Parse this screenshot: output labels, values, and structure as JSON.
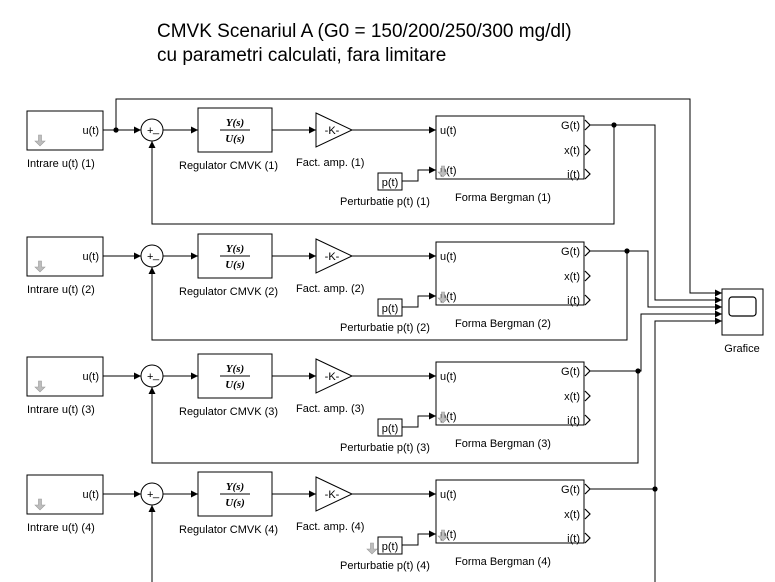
{
  "title": {
    "line1": "CMVK Scenariul A (G0 = 150/200/250/300 mg/dl)",
    "line2": "cu parametri calculati, fara limitare"
  },
  "common": {
    "input_port": "u(t)",
    "sum_plus": "+",
    "sum_minus": "_",
    "tf_num": "Y(s)",
    "tf_den": "U(s)",
    "gain": "-K-",
    "bergman_in_u": "u(t)",
    "bergman_in_p": "p(t)",
    "bergman_out_g": "G(t)",
    "bergman_out_x": "x(t)",
    "bergman_out_i": "i(t)",
    "pert_port": "p(t)"
  },
  "rows": [
    {
      "input_label": "Intrare u(t) (1)",
      "regulator_label": "Regulator CMVK (1)",
      "gain_label": "Fact. amp. (1)",
      "pert_label": "Perturbatie p(t) (1)",
      "bergman_label": "Forma Bergman (1)"
    },
    {
      "input_label": "Intrare u(t) (2)",
      "regulator_label": "Regulator CMVK (2)",
      "gain_label": "Fact. amp. (2)",
      "pert_label": "Perturbatie p(t) (2)",
      "bergman_label": "Forma Bergman (2)"
    },
    {
      "input_label": "Intrare u(t) (3)",
      "regulator_label": "Regulator CMVK (3)",
      "gain_label": "Fact. amp. (3)",
      "pert_label": "Perturbatie p(t) (3)",
      "bergman_label": "Forma Bergman (3)"
    },
    {
      "input_label": "Intrare u(t) (4)",
      "regulator_label": "Regulator CMVK (4)",
      "gain_label": "Fact. amp. (4)",
      "pert_label": "Perturbatie p(t) (4)",
      "bergman_label": "Forma Bergman (4)"
    }
  ],
  "scope": {
    "label": "Grafice"
  }
}
